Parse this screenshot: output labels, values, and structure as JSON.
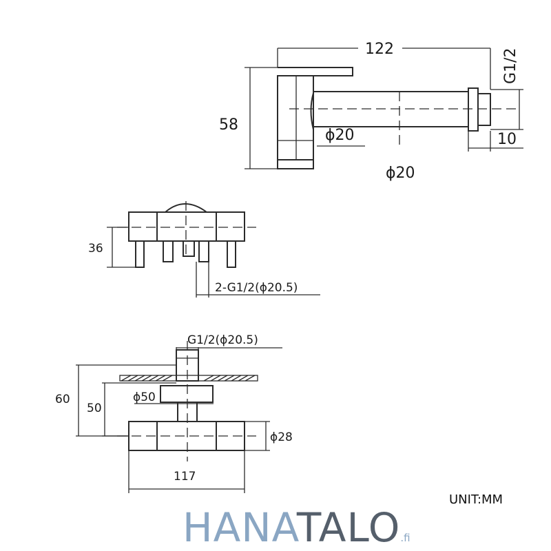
{
  "dimensions": {
    "top_view": {
      "length": "122",
      "height": "58",
      "thread": "G1/2",
      "thread_length": "10",
      "inner_diameter": "ϕ20",
      "outer_diameter": "ϕ20"
    },
    "side_view": {
      "height": "36",
      "inlets": "2-G1/2(ϕ20.5)"
    },
    "front_view": {
      "outlet": "G1/2(ϕ20.5)",
      "total_height": "60",
      "cover_height": "50",
      "cover_diameter": "ϕ50",
      "body_diameter": "ϕ28",
      "body_length": "117"
    }
  },
  "unit": "UNIT:MM",
  "brand": {
    "name_part1": "HANA",
    "name_part2": "TALO",
    "tld": ".fi",
    "color_light": "#8aa6c3",
    "color_dark": "#555f6b"
  }
}
